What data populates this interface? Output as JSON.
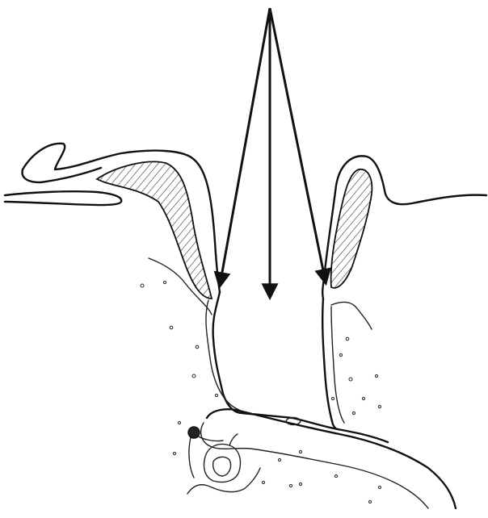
{
  "figure": {
    "description_text": "",
    "colors": {
      "ink": "#111111",
      "background": "#ffffff"
    },
    "arrows": [
      {
        "name": "left-arrow"
      },
      {
        "name": "center-arrow"
      },
      {
        "name": "right-arrow"
      }
    ]
  }
}
